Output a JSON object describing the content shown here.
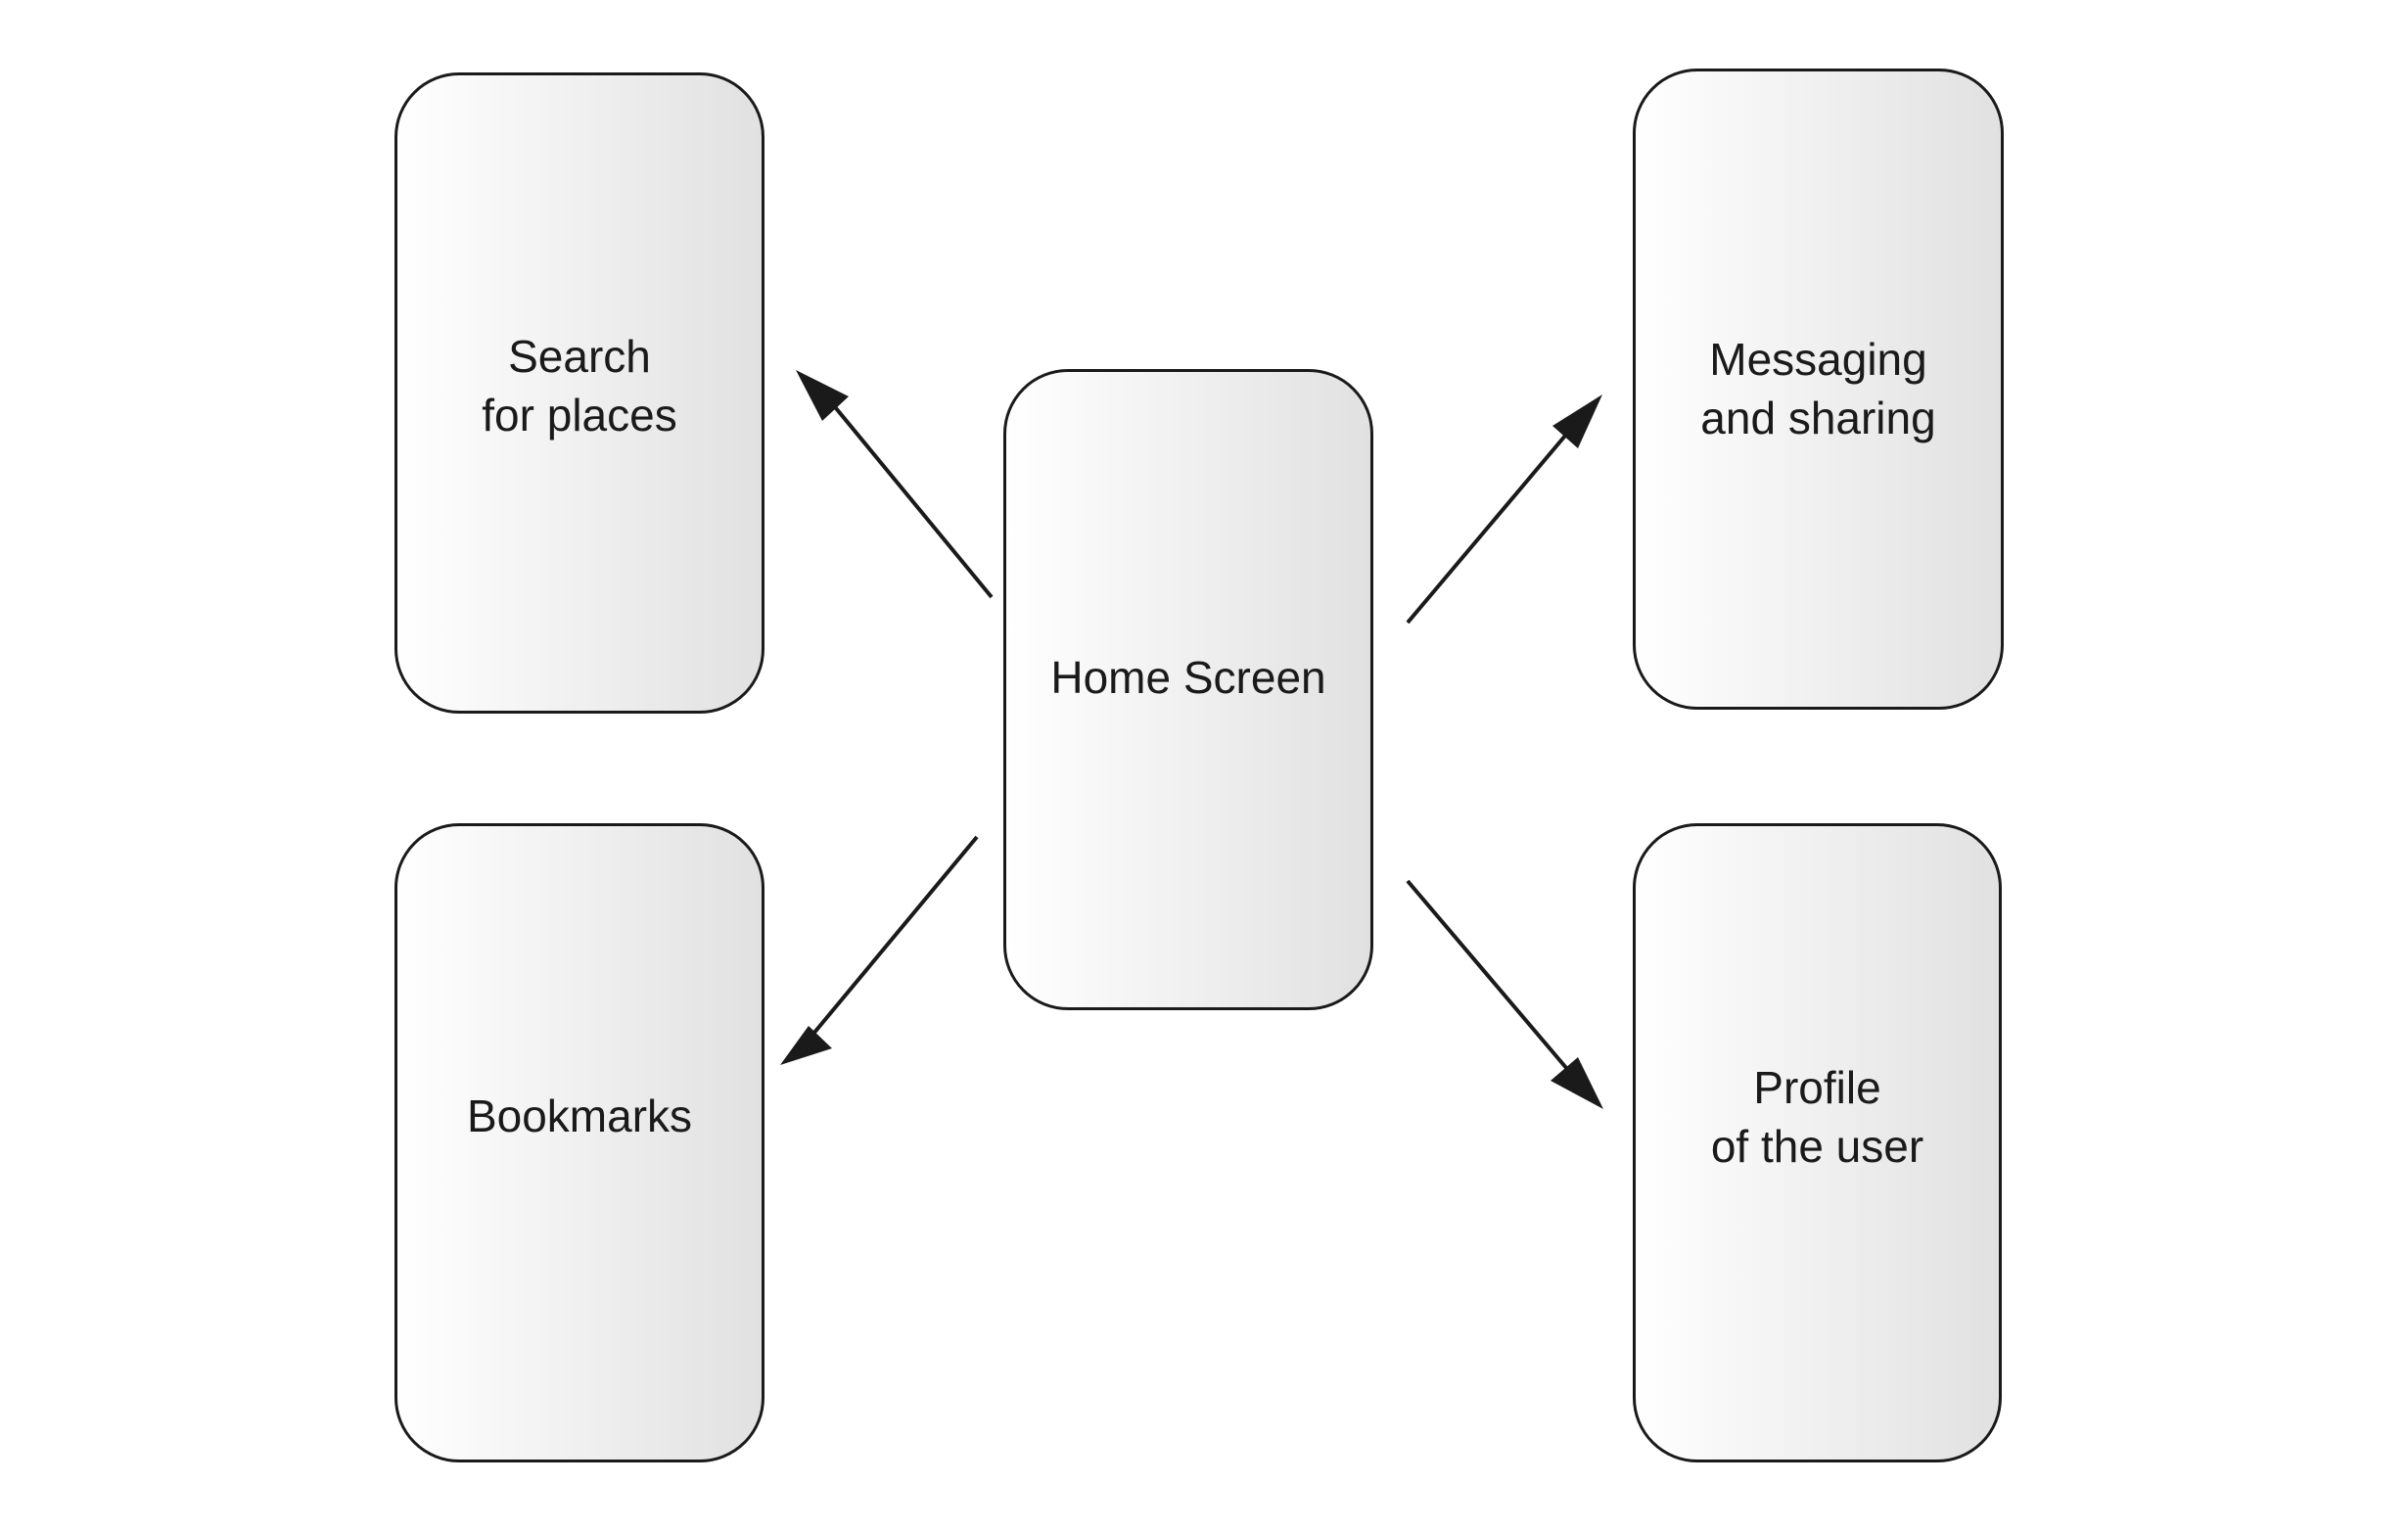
{
  "diagram": {
    "center": {
      "label": "Home Screen"
    },
    "screens": {
      "search": {
        "label": "Search\nfor places"
      },
      "messaging": {
        "label": "Messaging\nand sharing"
      },
      "bookmarks": {
        "label": "Bookmarks"
      },
      "profile": {
        "label": "Profile\nof the user"
      }
    },
    "colors": {
      "stroke": "#1a1a1a",
      "fill_light": "#ffffff",
      "fill_dark": "#e1e1e1"
    }
  }
}
